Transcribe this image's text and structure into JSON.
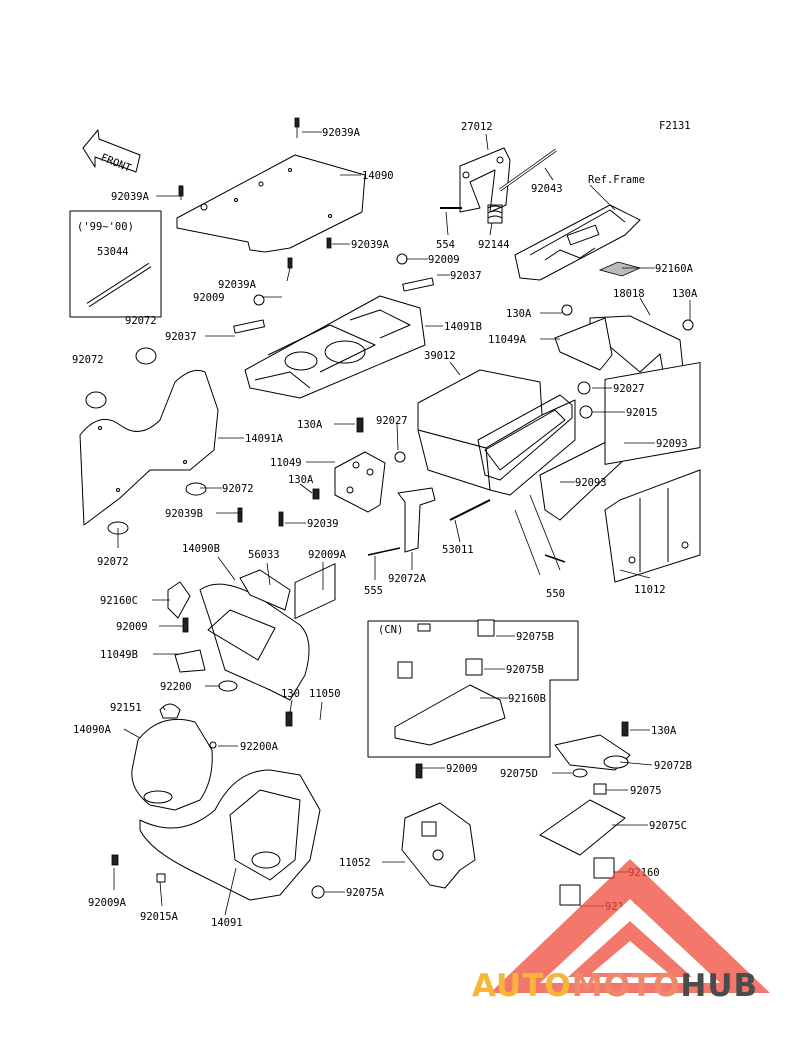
{
  "figure_code": "F2131",
  "front_label": "FRONT",
  "ref_frame": "Ref.Frame",
  "year_note": "('99~'00)",
  "cn_note": "(CN)",
  "watermark": {
    "part1": "AUTO",
    "part2": "MOTO",
    "part3": "HUB",
    "colors": {
      "auto": "#f7b53a",
      "moto": "#f0896b",
      "hub": "#4c4c4c"
    }
  },
  "labels": [
    "92039A",
    "14090",
    "92039A",
    "92039A",
    "92039A",
    "53044",
    "92009",
    "92037",
    "92009",
    "92037",
    "14091B",
    "92072",
    "92072",
    "14091A",
    "92072",
    "92039B",
    "92039",
    "92072",
    "27012",
    "92043",
    "554",
    "92144",
    "92160A",
    "18018",
    "130A",
    "130A",
    "11049A",
    "92027",
    "39012",
    "130A",
    "92027",
    "11049",
    "130A",
    "92015",
    "92093",
    "92093",
    "53011",
    "555",
    "92072A",
    "550",
    "11012",
    "14090B",
    "56033",
    "92009A",
    "92160C",
    "92009",
    "11049B",
    "92200",
    "92151",
    "130",
    "11050",
    "14090A",
    "92200A",
    "92075B",
    "92075B",
    "92160B",
    "92009",
    "92075D",
    "130A",
    "92072B",
    "92075",
    "92075C",
    "11052",
    "92160",
    "92160",
    "92009A",
    "92015A",
    "14091",
    "92075A"
  ]
}
